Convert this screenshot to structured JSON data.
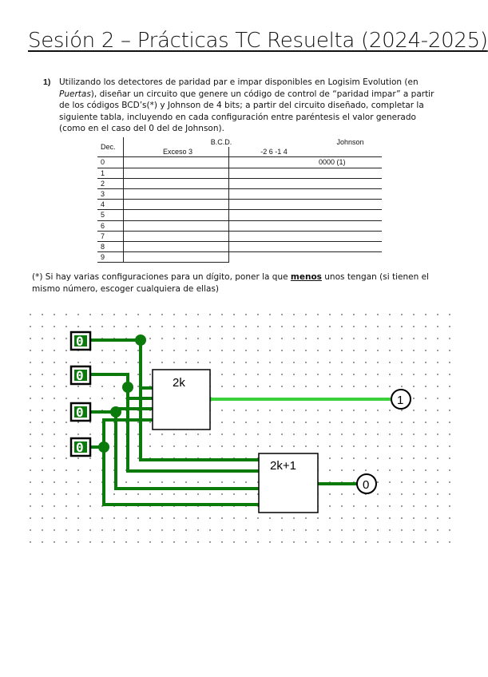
{
  "title": "Sesión 2 – Prácticas TC Resuelta (2024-2025)",
  "question": {
    "number": "1)",
    "text_a": "Utilizando los detectores de paridad par e impar disponibles en Logisim Evolution  (en ",
    "text_italic": "Puertas",
    "text_b": "), diseñar un circuito que genere un código de control de “paridad impar” a partir de los códigos BCD’s(*) y Johnson de 4 bits; a partir del circuito diseñado, completar la siguiente tabla, incluyendo en cada configuración entre paréntesis el valor generado (como en el caso del 0 del de Johnson)."
  },
  "table": {
    "col_dec": "Dec.",
    "col_bcd": "B.C.D.",
    "col_johnson": "Johnson",
    "sub_exceso3": "Exceso 3",
    "sub_2614": "-2 6 -1 4",
    "rows": [
      {
        "dec": "0",
        "ex3": "",
        "c2614": "",
        "johnson": "0000 (1)"
      },
      {
        "dec": "1",
        "ex3": "",
        "c2614": "",
        "johnson": ""
      },
      {
        "dec": "2",
        "ex3": "",
        "c2614": "",
        "johnson": ""
      },
      {
        "dec": "3",
        "ex3": "",
        "c2614": "",
        "johnson": ""
      },
      {
        "dec": "4",
        "ex3": "",
        "c2614": "",
        "johnson": ""
      },
      {
        "dec": "5",
        "ex3": "",
        "c2614": "",
        "johnson": ""
      },
      {
        "dec": "6",
        "ex3": "",
        "c2614": "",
        "johnson": ""
      },
      {
        "dec": "7",
        "ex3": "",
        "c2614": "",
        "johnson": ""
      },
      {
        "dec": "8",
        "ex3": "",
        "c2614": "",
        "johnson": ""
      },
      {
        "dec": "9",
        "ex3": "",
        "c2614": "",
        "johnson": ""
      }
    ]
  },
  "note": {
    "text_a": "(*) Si hay varias configuraciones para un dígito, poner la que ",
    "emphasis": "menos",
    "text_b": " unos tengan (si tienen el mismo número, escoger cualquiera de ellas)"
  },
  "circuit": {
    "inputs": [
      "0",
      "0",
      "0",
      "0"
    ],
    "even_gate_label": "2k",
    "odd_gate_label": "2k+1",
    "output_even": "1",
    "output_odd": "0",
    "colors": {
      "wire_dark": "#0a7a0a",
      "wire_light": "#3bd13b",
      "grid_dot": "#555555"
    }
  }
}
